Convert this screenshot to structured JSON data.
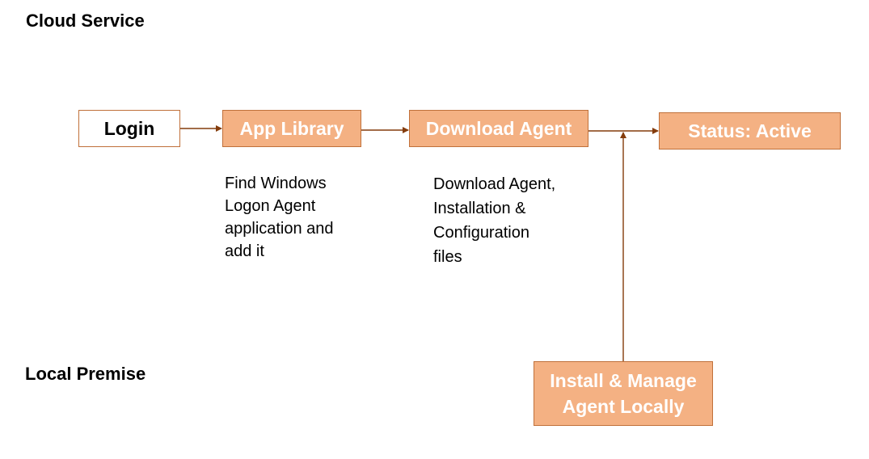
{
  "zones": {
    "cloud": "Cloud Service",
    "local": "Local Premise"
  },
  "steps": {
    "login": "Login",
    "app_library": "App Library",
    "download_agent": "Download Agent",
    "status": "Status: Active",
    "install_line1": "Install & Manage",
    "install_line2": "Agent Locally"
  },
  "notes": {
    "app_library": [
      "Find Windows",
      "Logon Agent",
      "application and",
      "add it"
    ],
    "download_agent": [
      "Download Agent,",
      "Installation &",
      "Configuration",
      "files"
    ]
  },
  "colors": {
    "step_fill": "#f4b183",
    "step_border": "#c0703a",
    "connector": "#843c0c"
  }
}
